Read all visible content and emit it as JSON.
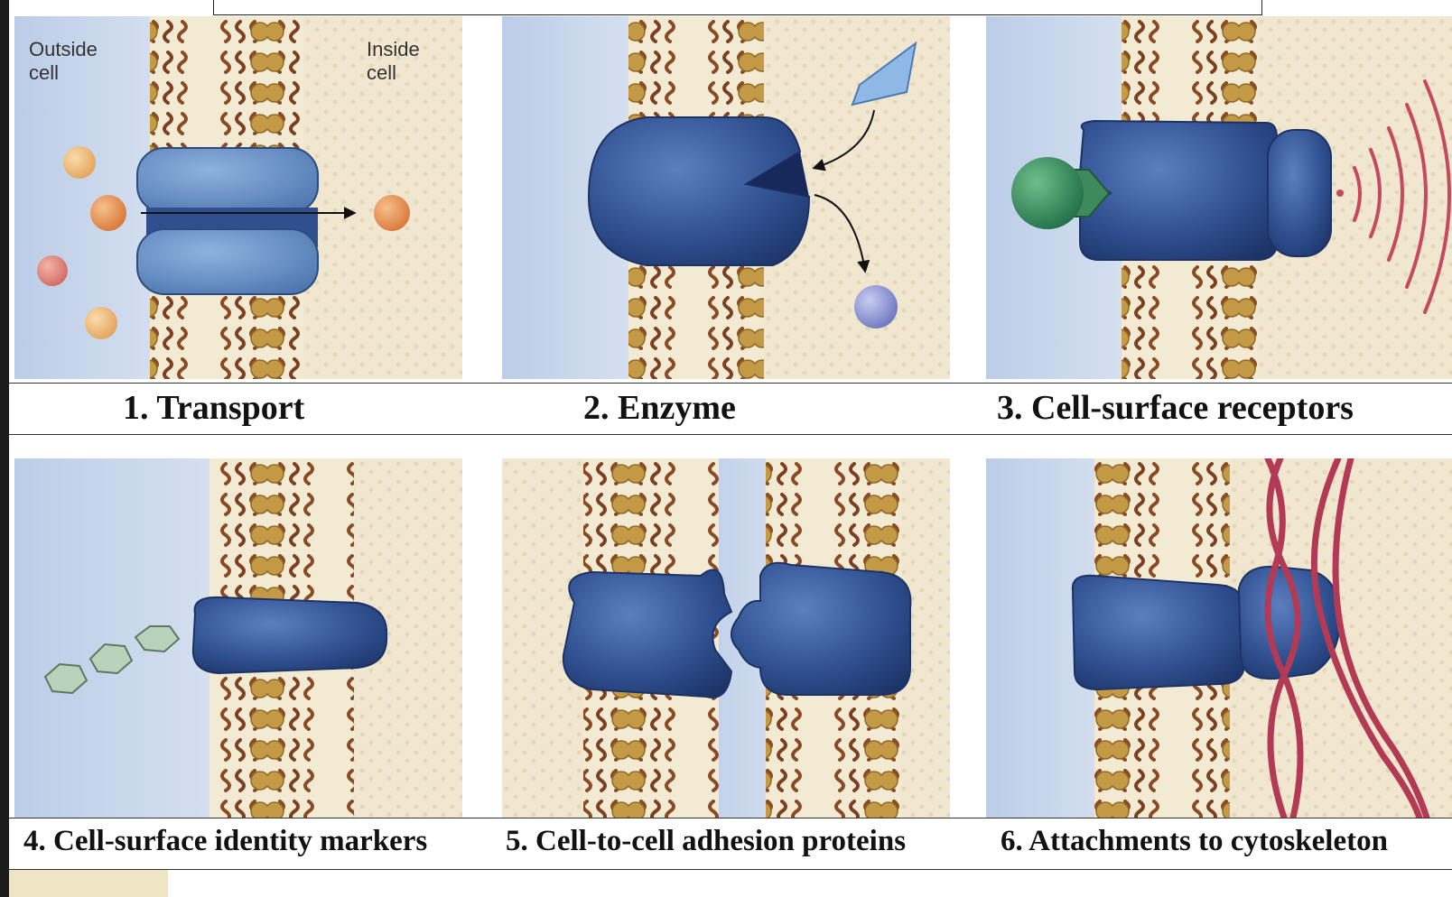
{
  "panels": [
    {
      "caption": "1. Transport"
    },
    {
      "caption": "2. Enzyme"
    },
    {
      "caption": "3. Cell-surface receptors"
    },
    {
      "caption": "4. Cell-surface identity markers"
    },
    {
      "caption": "5. Cell-to-cell adhesion proteins"
    },
    {
      "caption": "6. Attachments to cytoskeleton"
    }
  ],
  "labels": {
    "outside": "Outside\ncell",
    "inside": "Inside\ncell"
  },
  "colors": {
    "outside_fluid": "#c9d8ee",
    "inside_fluid": "#f1e7d0",
    "protein": "#2f4f8f",
    "lipid_head": "#c49a46",
    "lipid_tail": "#8a4a24",
    "ligand": "#3f8a5c",
    "actin": "#b23a55"
  }
}
